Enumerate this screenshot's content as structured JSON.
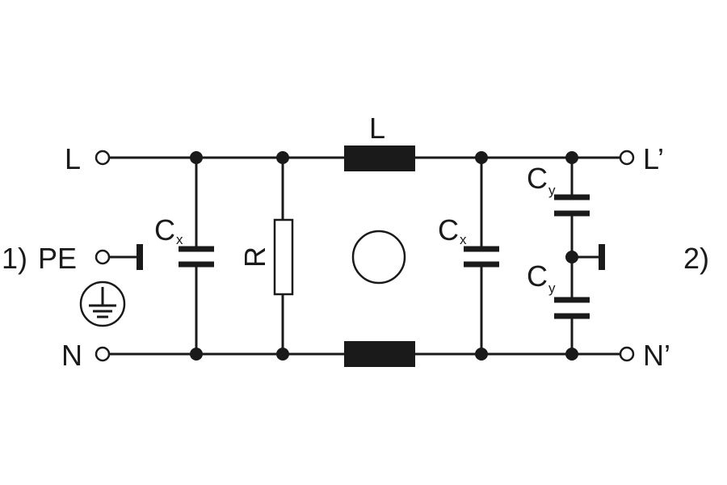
{
  "terminals": {
    "input_l": "L",
    "input_pe": "PE",
    "input_n": "N",
    "output_l": "L’",
    "output_n": "N’"
  },
  "notes": {
    "input_side": "1)",
    "output_side": "2)"
  },
  "components": {
    "inductor_label": "L",
    "resistor_label": "R",
    "cx_main": "C",
    "cx_sub": "x",
    "cy_main": "C",
    "cy_sub": "y"
  },
  "colors": {
    "ink": "#1a1a1a",
    "background": "#ffffff"
  }
}
